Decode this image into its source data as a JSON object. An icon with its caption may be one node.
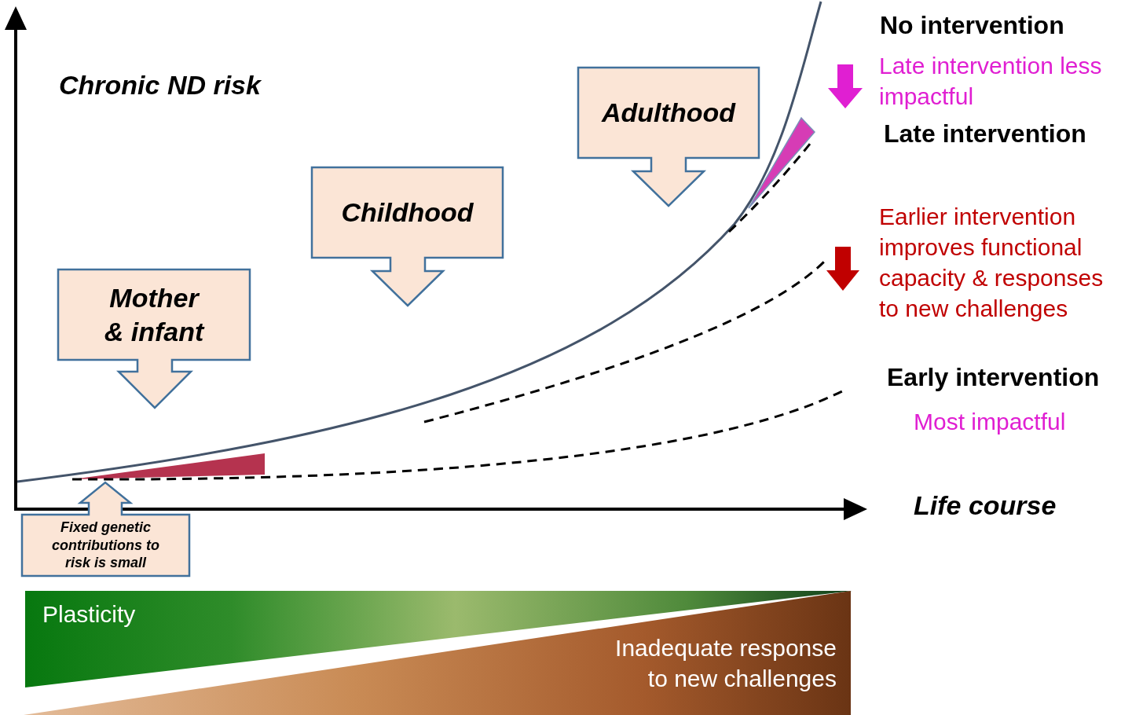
{
  "diagram": {
    "nodes": [
      {
        "text": [
          "Mother & infant"
        ]
      },
      {
        "text": [
          "Childhood"
        ]
      },
      {
        "text": [
          "Adulthood"
        ]
      },
      {
        "text": [
          "Fixed genetic contributions to risk is small"
        ]
      },
      {
        "text": [
          "Plasticity"
        ]
      },
      {
        "text": [
          "Inadequate response to new challenges"
        ]
      }
    ],
    "labels": [
      "No intervention",
      "Late intervention less impactful",
      "Chronic ND risk",
      "Late intervention",
      "Earlier intervention improves functional capacity & responses to new challenges",
      "Early intervention",
      "Most impactful",
      "Life course"
    ]
  }
}
